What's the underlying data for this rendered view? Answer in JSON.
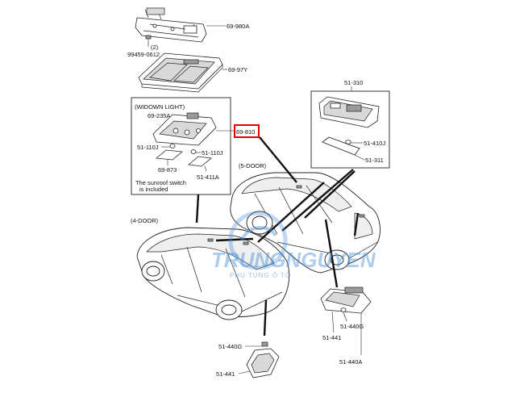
{
  "labels": {
    "p_69_980A": "69-980A",
    "p_99459": "99459-0612",
    "p_2": "(2)",
    "p_69_97Y": "69-97Y",
    "p_widown": "(WIDOWN LIGHT)",
    "p_69_235A": "69-235A",
    "p_69_810": "69-810",
    "p_51_110J_a": "51-110J",
    "p_51_110J_b": "51-110J",
    "p_69_873": "69-873",
    "p_51_411A": "51-411A",
    "note_1": "The sunroof switch",
    "note_2": "is included",
    "p_51_310": "51-310",
    "p_51_410J": "51-410J",
    "p_51_311": "51-311",
    "door5": "(5-DOOR)",
    "door4": "(4-DOOR)",
    "p_51_440G_r": "51-440G",
    "p_51_441_r": "51-441",
    "p_51_440A": "51-440A",
    "p_51_440G_b": "51-440G",
    "p_51_441_b": "51-441"
  },
  "watermark": {
    "name": "TRUNGNGUYEN",
    "tagline": "PHỤ TÙNG Ô TÔ",
    "color": "#4a90d9"
  },
  "highlight_color": "#e00000"
}
